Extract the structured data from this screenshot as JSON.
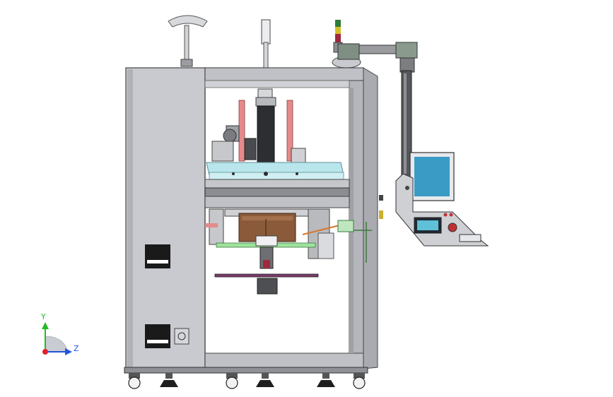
{
  "viewport": {
    "background": "#ffffff",
    "model": "cad-assembly-machine-frame"
  },
  "triad": {
    "y_label": "Y",
    "z_label": "Z",
    "x_color": "#e0202a",
    "y_color": "#22bb22",
    "z_color": "#2255dd"
  },
  "colors": {
    "frame": "#b4b6bb",
    "frame_dark": "#6d6f74",
    "panel": "#c9cacf",
    "rail": "#8c8d92",
    "table_top": "#b8e6ec",
    "tabletop_edge": "#7fb3ba",
    "guide_pink": "#e58a8a",
    "screen": "#3a9bc4",
    "bracket_green": "#9ee29e",
    "spindle_brown": "#8a5a3a",
    "tower_green": "#2f7d3a",
    "tower_yellow": "#d5c02a",
    "tower_red": "#a0283c"
  }
}
